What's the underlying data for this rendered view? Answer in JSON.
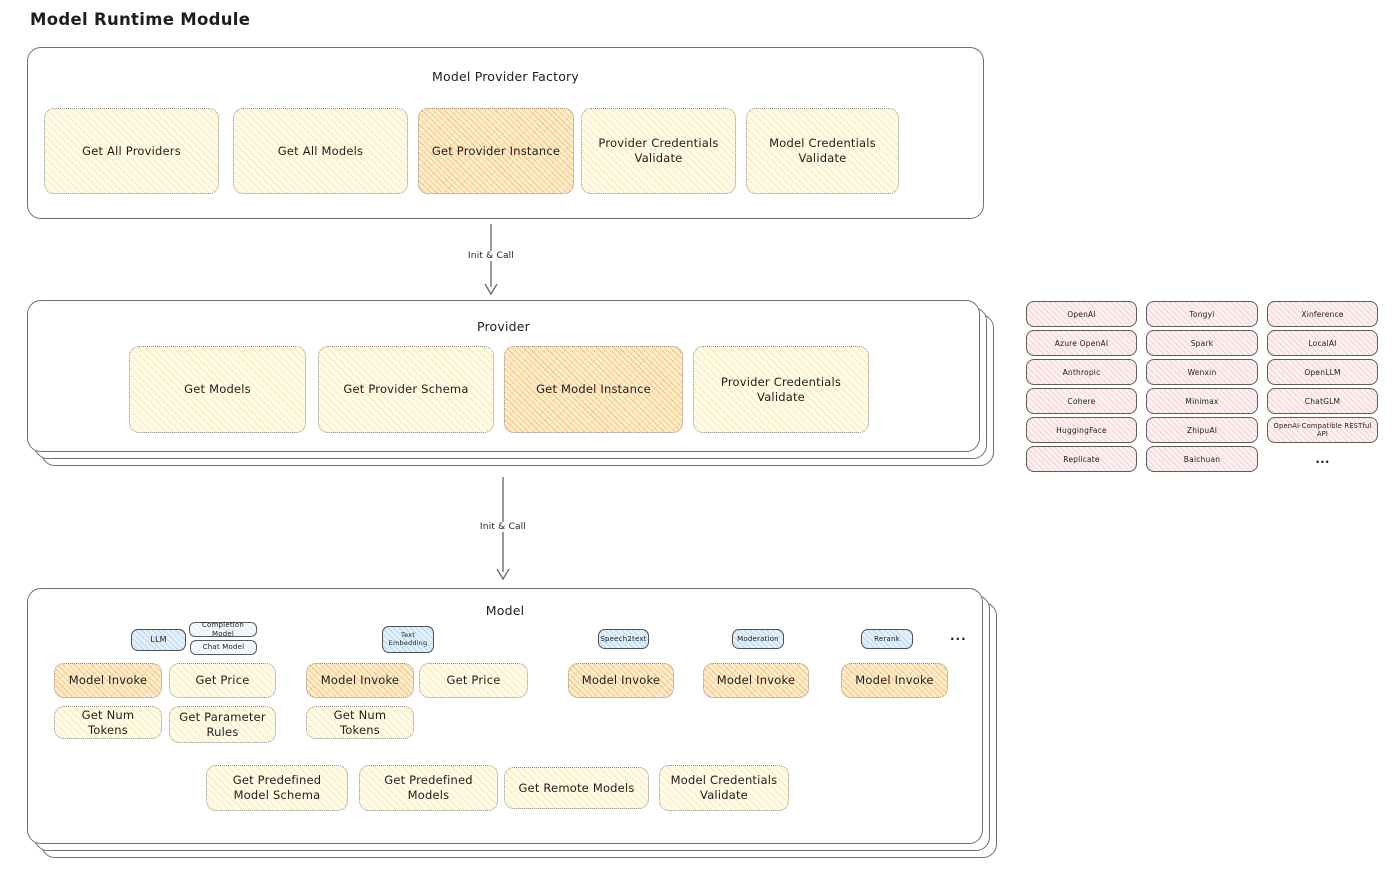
{
  "title": "Model Runtime Module",
  "arrows": [
    {
      "label": "Init & Call"
    },
    {
      "label": "Init & Call"
    }
  ],
  "factory": {
    "title": "Model Provider Factory",
    "items": [
      {
        "label": "Get All Providers",
        "highlighted": false
      },
      {
        "label": "Get All Models",
        "highlighted": false
      },
      {
        "label": "Get Provider Instance",
        "highlighted": true
      },
      {
        "label": "Provider Credentials Validate",
        "highlighted": false
      },
      {
        "label": "Model Credentials Validate",
        "highlighted": false
      }
    ]
  },
  "provider": {
    "title": "Provider",
    "items": [
      {
        "label": "Get Models",
        "highlighted": false
      },
      {
        "label": "Get Provider Schema",
        "highlighted": false
      },
      {
        "label": "Get Model Instance",
        "highlighted": true
      },
      {
        "label": "Provider Credentials Validate",
        "highlighted": false
      }
    ]
  },
  "provider_grid": {
    "items": [
      "OpenAI",
      "Tongyi",
      "Xinference",
      "Azure OpenAI",
      "Spark",
      "LocalAI",
      "Anthropic",
      "Wenxin",
      "OpenLLM",
      "Cohere",
      "Minimax",
      "ChatGLM",
      "HuggingFace",
      "ZhipuAI",
      "OpenAI-Compatible RESTful API",
      "Replicate",
      "Baichuan",
      "..."
    ]
  },
  "model": {
    "title": "Model",
    "tags": {
      "llm": "LLM",
      "completion_model": "Completion Model",
      "chat_model": "Chat Model",
      "text_embedding": "Text Embedding",
      "speech2text": "Speech2text",
      "moderation": "Moderation",
      "rerank": "Rerank",
      "more": "..."
    },
    "ops": {
      "model_invoke": "Model Invoke",
      "get_price": "Get Price",
      "get_num_tokens": "Get Num Tokens",
      "get_parameter_rules": "Get Parameter Rules",
      "get_predefined_model_schema": "Get Predefined Model Schema",
      "get_predefined_models": "Get Predefined Models",
      "get_remote_models": "Get Remote Models",
      "model_credentials_validate": "Model Credentials Validate"
    }
  },
  "colors": {
    "op_fill": "#fff9db",
    "op_highlight_fill": "#ffd8a8",
    "provider_chip_fill": "#ffe3e3",
    "model_type_tag_fill": "#d0ebff",
    "stroke": "#1e1e1e"
  }
}
